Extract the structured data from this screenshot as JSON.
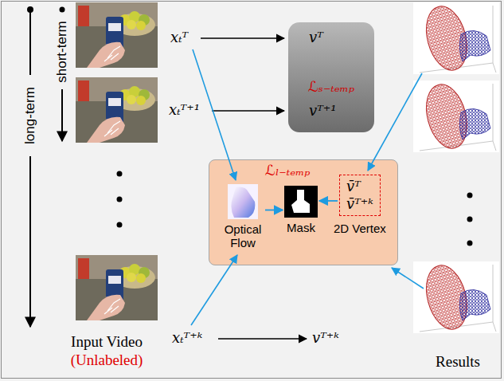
{
  "diagram": {
    "nodes": [
      {
        "text": [
          "vᵀ",
          "ℒₛ₋ₜₑₘₚ",
          "vᵀ⁺¹"
        ]
      },
      {
        "text": [
          "ℒₗ₋ₜₑₘₚ"
        ]
      },
      {
        "text": [
          "Optical Flow"
        ],
        "in": 1
      },
      {
        "text": [
          "Mask"
        ],
        "in": 1
      },
      {
        "text": [
          "v̄ᵀ",
          "v̄ᵀ⁺ᵏ",
          "2D Vertex"
        ],
        "in": 1
      }
    ],
    "edges": [
      {
        "from": 2,
        "to": 3,
        "arrow": "to"
      },
      {
        "from": 4,
        "to": 3,
        "arrow": "to"
      }
    ],
    "labels": [
      "long-term",
      "short-term",
      "xₜᵀ",
      "xₜᵀ⁺¹",
      "xₜᵀ⁺ᵏ",
      "vᵀ⁺ᵏ",
      "Input Video",
      "(Unlabeled)",
      "Results"
    ]
  }
}
